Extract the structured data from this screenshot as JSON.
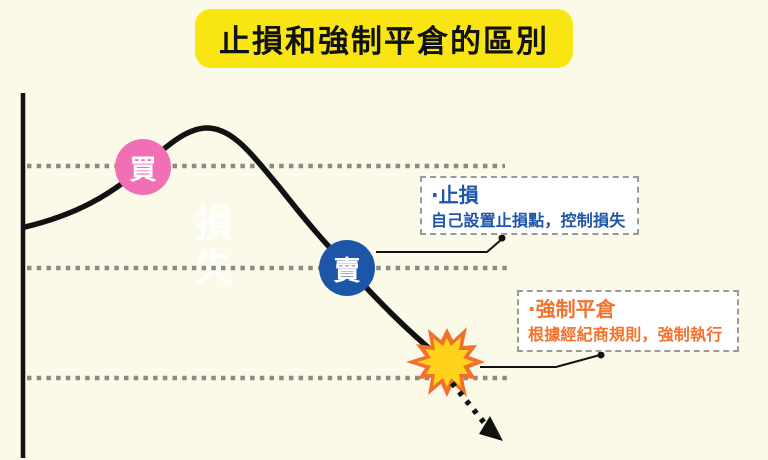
{
  "title": {
    "text": "止損和強制平倉的區別"
  },
  "colors": {
    "background": "#FBF9E7",
    "title_highlight": "#F8E512",
    "ink": "#111111",
    "buy_pink": "#F170B5",
    "sell_blue": "#1D55A8",
    "liquidation_orange": "#F2722E",
    "explosion_outer": "#F1702E",
    "explosion_inner": "#FFD21C",
    "dotted_gray": "#8B8B84",
    "callout_border": "#9B9B93",
    "callout_bg": "#FFFFFF"
  },
  "curve": {
    "buy_marker_label": "買",
    "sell_marker_label": "賣",
    "watermark": "損失"
  },
  "callouts": {
    "stop_loss": {
      "title": "·止損",
      "description": "自己設置止損點，控制損失"
    },
    "forced_liquidation": {
      "title": "·強制平倉",
      "description": "根據經紀商規則，強制執行"
    }
  }
}
